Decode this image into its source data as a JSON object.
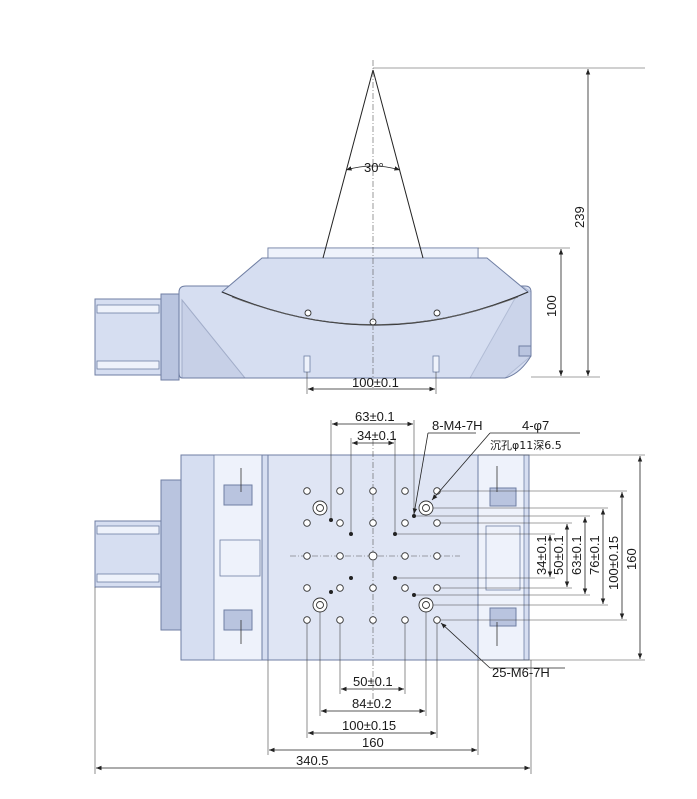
{
  "dimensions": {
    "angle": "30°",
    "total_height": "239",
    "body_height": "100",
    "top_mount_spacing": "100±0.1",
    "top_63": "63±0.1",
    "top_34": "34±0.1",
    "right_34": "34±0.1",
    "right_50": "50±0.1",
    "right_63": "63±0.1",
    "right_76": "76±0.1",
    "right_100": "100±0.15",
    "right_160": "160",
    "bottom_50": "50±0.1",
    "bottom_84": "84±0.2",
    "bottom_100": "100±0.15",
    "bottom_160": "160",
    "overall_length": "340.5"
  },
  "callouts": {
    "m4": "8-M4-7H",
    "phi7": "4-φ7",
    "counterbore": "沉孔φ11深6.5",
    "m6": "25-M6-7H"
  },
  "colors": {
    "body": "#d6def1",
    "body_shade": "#b9c4df",
    "outline": "#6f7ea3",
    "line": "#222222"
  }
}
